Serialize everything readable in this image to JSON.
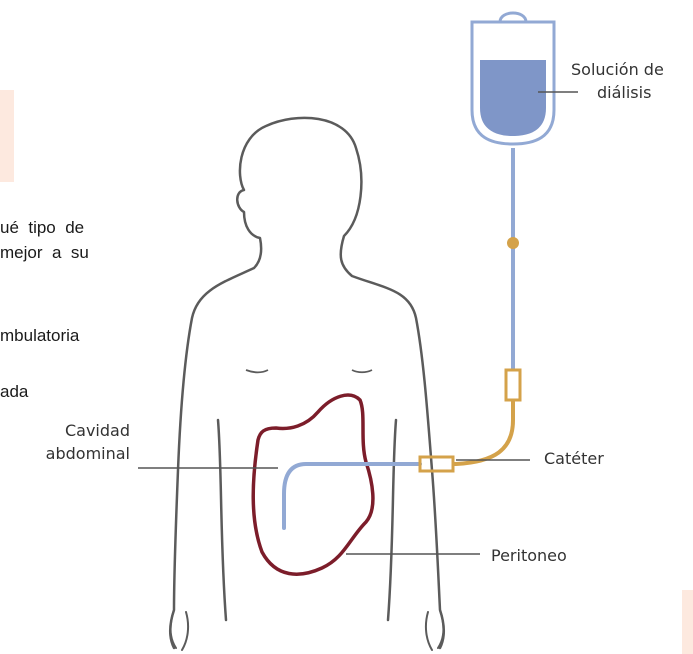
{
  "text_fragments": [
    "ué  tipo  de",
    "mejor  a  su",
    "mbulatoria",
    "ada"
  ],
  "labels": {
    "solucion_line1": "Solución de",
    "solucion_line2": "diálisis",
    "cavidad_line1": "Cavidad",
    "cavidad_line2": "abdominal",
    "cateter": "Catéter",
    "peritoneo": "Peritoneo"
  },
  "colors": {
    "tube": "#92a9d4",
    "catheter": "#d4a24a",
    "peritoneum": "#7c1d2a",
    "body_outline": "#5b5b5b",
    "bag": "#7f96c8",
    "accent": "#fde9df"
  }
}
